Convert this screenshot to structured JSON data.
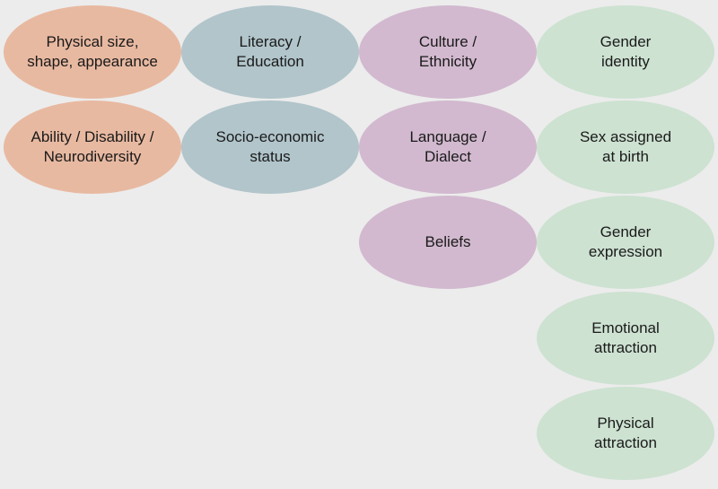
{
  "diagram": {
    "colors": {
      "orange": "#e8b9a1",
      "blue": "#b1c5cb",
      "purple": "#d2b9cf",
      "green": "#cde2d1",
      "background": "#ececec"
    },
    "columns": [
      {
        "color": "orange",
        "items": [
          "Physical size,\nshape, appearance",
          "Ability / Disability /\nNeurodiversity"
        ]
      },
      {
        "color": "blue",
        "items": [
          "Literacy /\nEducation",
          "Socio-economic\nstatus"
        ]
      },
      {
        "color": "purple",
        "items": [
          "Culture  /\nEthnicity",
          "Language /\nDialect",
          "Beliefs"
        ]
      },
      {
        "color": "green",
        "items": [
          "Gender\nidentity",
          "Sex assigned\nat birth",
          "Gender\nexpression",
          "Emotional\nattraction",
          "Physical\nattraction"
        ]
      }
    ]
  }
}
